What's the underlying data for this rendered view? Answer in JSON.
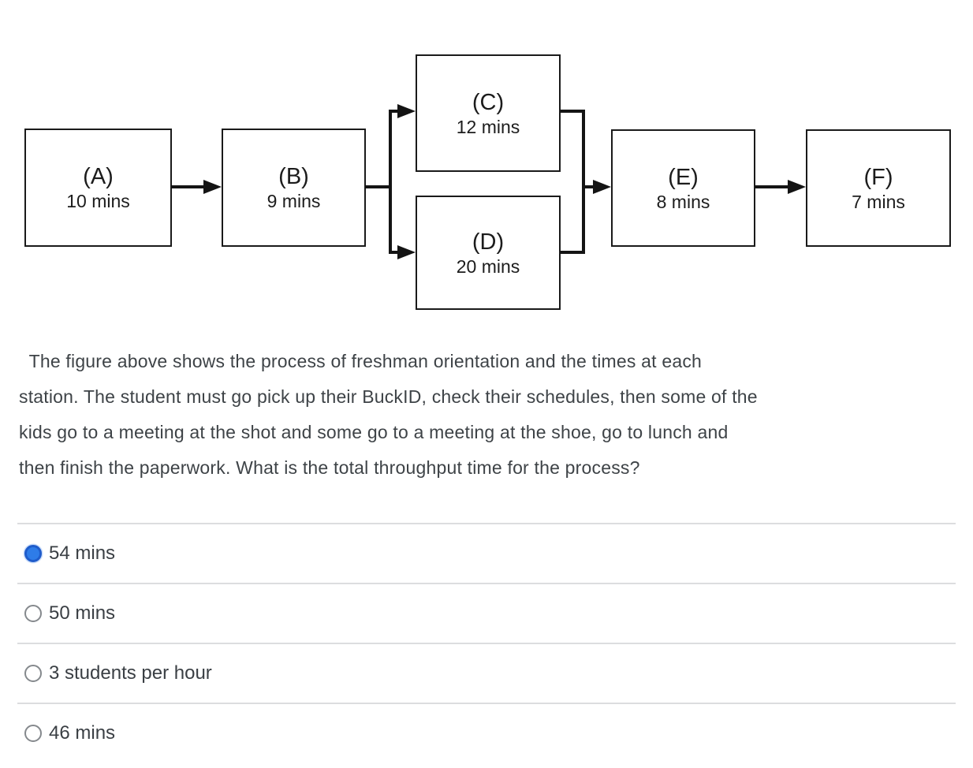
{
  "diagram": {
    "nodes": [
      {
        "id": "A",
        "label": "(A)",
        "time": "10 mins"
      },
      {
        "id": "B",
        "label": "(B)",
        "time": "9 mins"
      },
      {
        "id": "C",
        "label": "(C)",
        "time": "12 mins"
      },
      {
        "id": "D",
        "label": "(D)",
        "time": "20 mins"
      },
      {
        "id": "E",
        "label": "(E)",
        "time": "8 mins"
      },
      {
        "id": "F",
        "label": "(F)",
        "time": "7 mins"
      }
    ],
    "edges": [
      {
        "from": "A",
        "to": "B"
      },
      {
        "from": "B",
        "to": "C"
      },
      {
        "from": "B",
        "to": "D"
      },
      {
        "from": "C",
        "to": "E"
      },
      {
        "from": "D",
        "to": "E"
      },
      {
        "from": "E",
        "to": "F"
      }
    ],
    "ink_color": "#141414"
  },
  "question": {
    "lines": [
      " The figure above shows the process of freshman orientation and the times at each",
      "station. The student must go pick up their BuckID, check their schedules, then some of the",
      "kids go to a meeting at the shot and some go to a meeting at the shoe, go to lunch and",
      "then finish the paperwork. What is the total throughput time for the process?"
    ]
  },
  "options": [
    {
      "label": "54 mins",
      "selected": true
    },
    {
      "label": "50 mins",
      "selected": false
    },
    {
      "label": "3 students per hour",
      "selected": false
    },
    {
      "label": "46 mins",
      "selected": false
    }
  ],
  "colors": {
    "radio_selected_fill": "#2e7ce8",
    "radio_selected_ring": "#1f5ccb",
    "radio_unselected_ring": "#85898d",
    "divider": "#dcdddf",
    "question_text": "#3e4347",
    "option_text": "#3a3f44",
    "diagram_ink": "#141414"
  }
}
